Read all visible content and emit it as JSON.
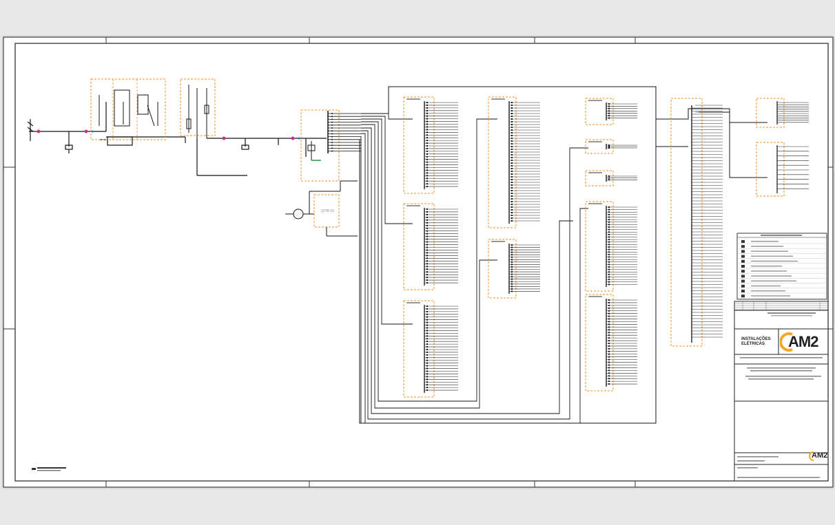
{
  "document": {
    "type": "single-line electrical diagram drawing sheet",
    "accent_color": "#f08c1e",
    "line_color": "#111111"
  },
  "qdc_label": "QTR-01",
  "title_block": {
    "company_line1": "INSTALAÇÕES",
    "company_line2": "ELÉTRICAS",
    "brand": "AM2",
    "brand_small": "AM2",
    "brand_color": "#f5a623"
  }
}
